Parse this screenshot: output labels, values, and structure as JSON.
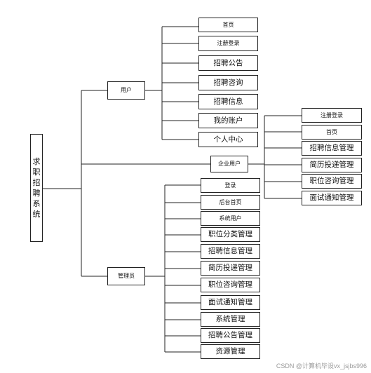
{
  "root": {
    "chars": [
      "求",
      "职",
      "招",
      "聘",
      "系",
      "统"
    ]
  },
  "branches": {
    "user": {
      "label": "用户",
      "children": [
        "首页",
        "注册登录",
        "招聘公告",
        "招聘咨询",
        "招聘信息",
        "我的账户",
        "个人中心"
      ]
    },
    "enterprise": {
      "label": "企业用户",
      "children": [
        "注册登录",
        "首页",
        "招聘信息管理",
        "简历投递管理",
        "职位咨询管理",
        "面试通知管理"
      ]
    },
    "admin": {
      "label": "管理员",
      "children": [
        "登录",
        "后台首页",
        "系统用户",
        "职位分类管理",
        "招聘信息管理",
        "简历投递管理",
        "职位咨询管理",
        "面试通知管理",
        "系统管理",
        "招聘公告管理",
        "资源管理"
      ]
    }
  },
  "watermark": "CSDN @计算机毕设vx_jsjbs996"
}
